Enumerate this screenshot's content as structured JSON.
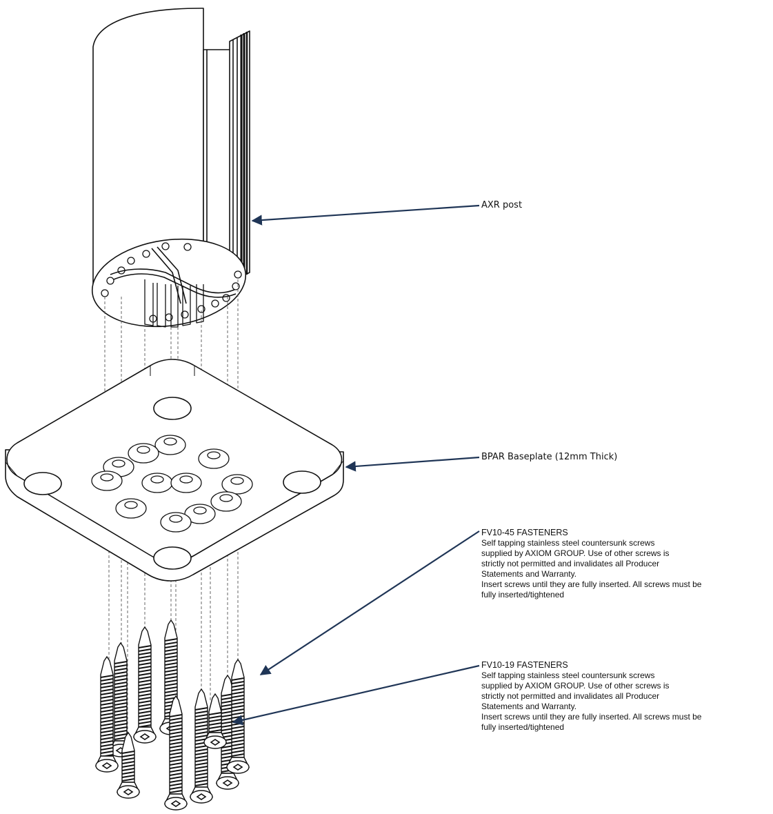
{
  "colors": {
    "line": "#111111",
    "arrow": "#1f3556",
    "hidden": "#555555"
  },
  "labels": {
    "post": "AXR post",
    "baseplate": "BPAR Baseplate (12mm Thick)",
    "fv10_45": {
      "title": "FV10-45 FASTENERS",
      "lines": [
        "Self tapping stainless steel countersunk screws",
        "supplied by AXIOM GROUP. Use of other screws is",
        "strictly not permitted and invalidates all Producer",
        "Statements and Warranty.",
        "Insert screws until they are fully inserted. All screws must be",
        "fully inserted/tightened"
      ]
    },
    "fv10_19": {
      "title": "FV10-19 FASTENERS",
      "lines": [
        "Self tapping stainless steel countersunk screws",
        "supplied by AXIOM GROUP. Use of other screws is",
        "strictly not permitted and invalidates all Producer",
        "Statements and Warranty.",
        "Insert screws until they are fully inserted. All screws must be",
        "fully inserted/tightened"
      ]
    }
  }
}
